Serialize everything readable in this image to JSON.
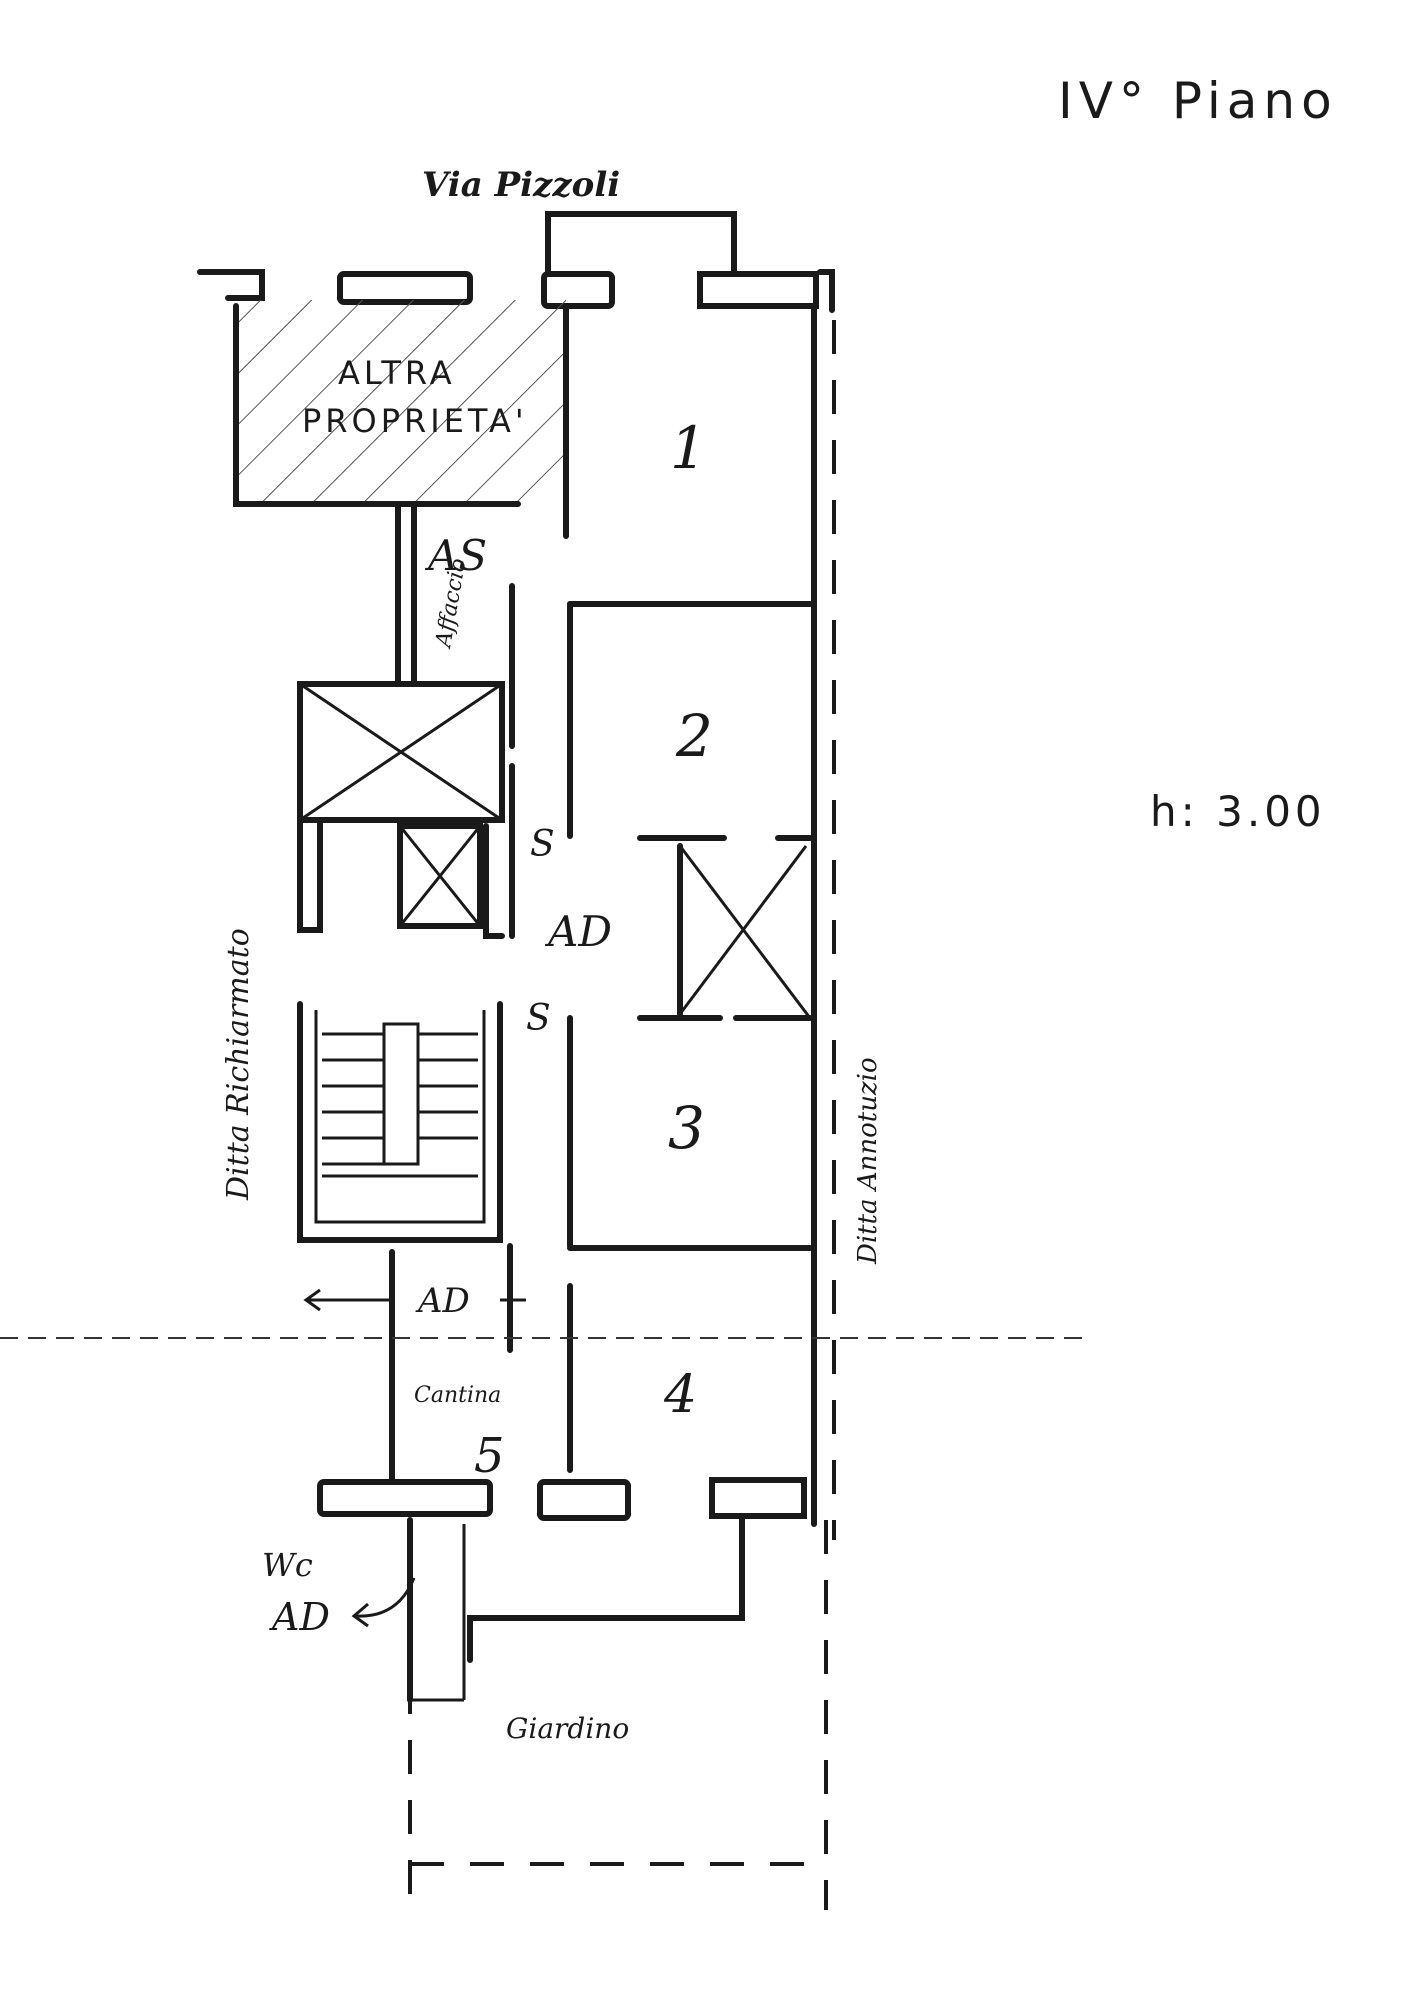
{
  "header": {
    "floor_label": "IV° Piano",
    "height_label": "h: 3.00"
  },
  "labels": {
    "street": "Via Pizzoli",
    "other_property_line1": "ALTRA",
    "other_property_line2": "PROPRIETA'",
    "left_neighbor": "Ditta Richiarmato",
    "right_neighbor": "Ditta Annotuzio",
    "garden": "Giardino",
    "cantina": "Cantina",
    "wc": "Wc",
    "s_upper": "S",
    "s_lower": "S",
    "as_tag": "AS",
    "as_sub": "Affaccio",
    "ad_middle": "AD",
    "ad_lower": "AD",
    "ad_wc": "AD"
  },
  "rooms": [
    {
      "number": "1"
    },
    {
      "number": "2"
    },
    {
      "number": "3"
    },
    {
      "number": "4"
    },
    {
      "number": "5"
    }
  ]
}
